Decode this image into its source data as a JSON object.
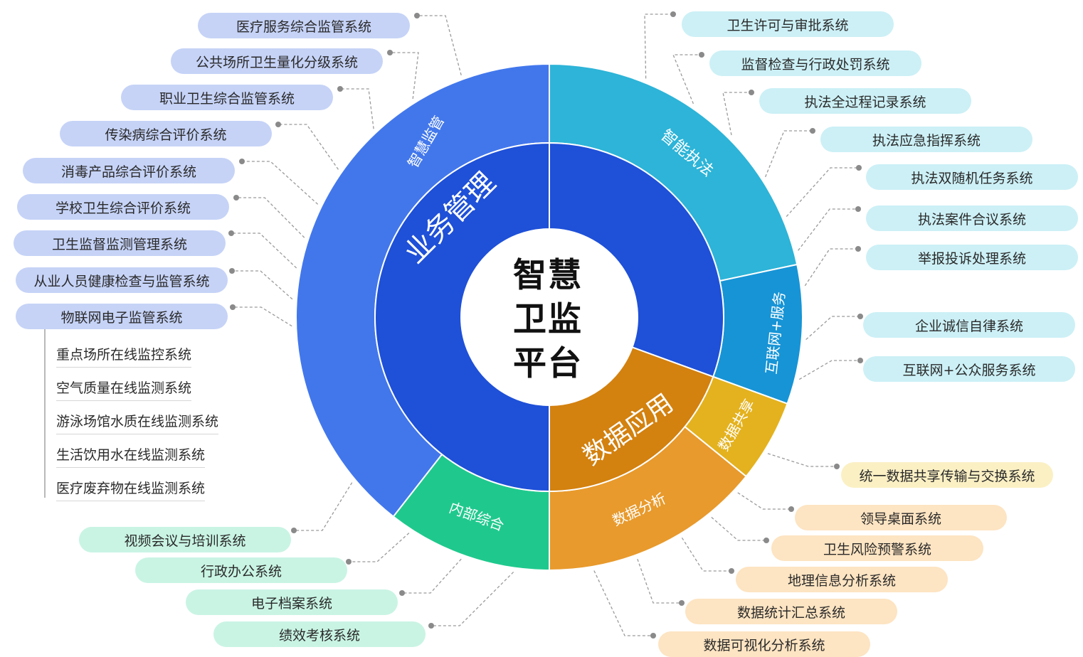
{
  "center": {
    "line1": "智慧",
    "line2": "卫监",
    "line3": "平台"
  },
  "inner_ring": {
    "business": "业务管理",
    "data_app": "数据应用"
  },
  "outer_ring": {
    "smart_supervision": "智慧监管",
    "smart_enforcement": "智能执法",
    "internet_service": "互联网+服务",
    "data_sharing": "数据共享",
    "data_analysis": "数据分析",
    "internal": "内部综合"
  },
  "colors": {
    "inner_blue": "#1e50d8",
    "inner_orange": "#d3810f",
    "smart_supervision": "#4277ec",
    "smart_enforcement": "#2db4d8",
    "internet_service": "#1794d6",
    "data_sharing": "#e4b21e",
    "data_analysis": "#e89a2c",
    "internal": "#1fc98d",
    "center": "#ffffff"
  },
  "left_systems": [
    "医疗服务综合监管系统",
    "公共场所卫生量化分级系统",
    "职业卫生综合监管系统",
    "传染病综合评价系统",
    "消毒产品综合评价系统",
    "学校卫生综合评价系统",
    "卫生监督监测管理系统",
    "从业人员健康检查与监管系统",
    "物联网电子监管系统"
  ],
  "iot_subsystems": [
    "重点场所在线监控系统",
    "空气质量在线监测系统",
    "游泳场馆水质在线监测系统",
    "生活饮用水在线监测系统",
    "医疗废弃物在线监测系统"
  ],
  "enforcement_systems": [
    "卫生许可与审批系统",
    "监督检查与行政处罚系统",
    "执法全过程记录系统",
    "执法应急指挥系统",
    "执法双随机任务系统",
    "执法案件合议系统",
    "举报投诉处理系统"
  ],
  "internet_systems": [
    "企业诚信自律系统",
    "互联网+公众服务系统"
  ],
  "sharing_systems": [
    "统一数据共享传输与交换系统"
  ],
  "analysis_systems": [
    "领导桌面系统",
    "卫生风险预警系统",
    "地理信息分析系统",
    "数据统计汇总系统",
    "数据可视化分析系统"
  ],
  "internal_systems": [
    "视频会议与培训系统",
    "行政办公系统",
    "电子档案系统",
    "绩效考核系统"
  ]
}
